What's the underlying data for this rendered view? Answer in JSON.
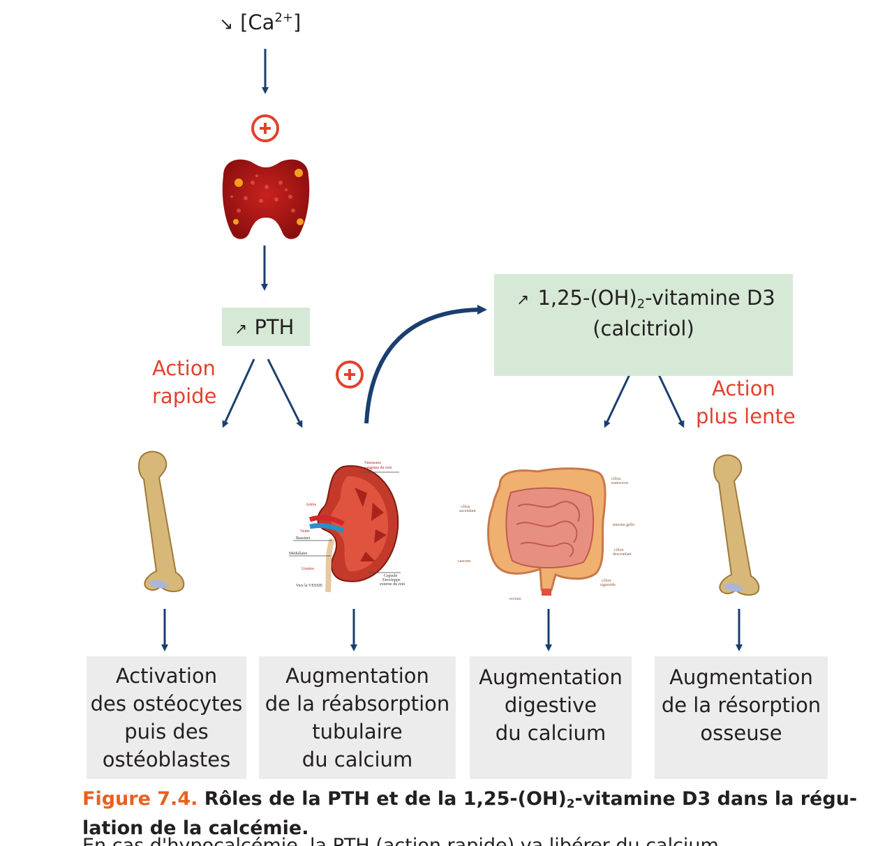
{
  "top": {
    "trend_symbol": "↘",
    "ca_prefix": "[Ca",
    "ca_charge": "2+",
    "ca_suffix": "]"
  },
  "pth_box": {
    "trend_symbol": "↗",
    "label": "PTH"
  },
  "vitd_box": {
    "trend_symbol": "↗",
    "label_part1": "1,25-(OH)",
    "label_sub": "2",
    "label_part2": "-vitamine D3",
    "label_line2": "(calcitriol)"
  },
  "action_rapide": [
    "Action",
    "rapide"
  ],
  "action_lente": [
    "Action",
    "plus lente"
  ],
  "images": {
    "thyroid": "parathyroid-gland-illustration",
    "bone_left": "femur-bone-illustration",
    "kidney": "kidney-cross-section-illustration",
    "intestine": "digestive-intestine-illustration",
    "bone_right": "femur-bone-illustration"
  },
  "kidney_labels": [
    "Vaisseaux sanguins du rein",
    "Artère",
    "Veine",
    "Bassinet",
    "Médullaire",
    "Uretère",
    "Vers la VESSIE",
    "Capsule",
    "Enveloppe",
    "externe du rein"
  ],
  "intestine_labels": [
    "côlon transverse",
    "côlon ascendant",
    "intestin grêle",
    "côlon descendant",
    "caecum",
    "côlon sigmoïde",
    "rectum"
  ],
  "outcomes": [
    [
      "Activation",
      "des ostéocytes",
      "puis des",
      "ostéoblastes"
    ],
    [
      "Augmentation",
      "de la réabsorption",
      "tubulaire",
      "du calcium"
    ],
    [
      "Augmentation",
      "digestive",
      "du calcium"
    ],
    [
      "Augmentation",
      "de la résorption",
      "osseuse"
    ]
  ],
  "caption": {
    "figure_label": "Figure 7.4.",
    "title_part1": " Rôles de la PTH et de la 1,25-(OH)",
    "title_sub": "2",
    "title_part2": "-vitamine D3 dans la régu-",
    "title_line2": "lation de la calcémie.",
    "body_partial": "En cas d'hypocalcémie, la PTH (action rapide) va libérer du calcium..."
  },
  "colors": {
    "arrow": "#1a3e6e",
    "accent_red": "#e2412c",
    "figure_orange": "#e9601e",
    "green_box": "#d6e9d6",
    "grey_box": "#ececec"
  }
}
